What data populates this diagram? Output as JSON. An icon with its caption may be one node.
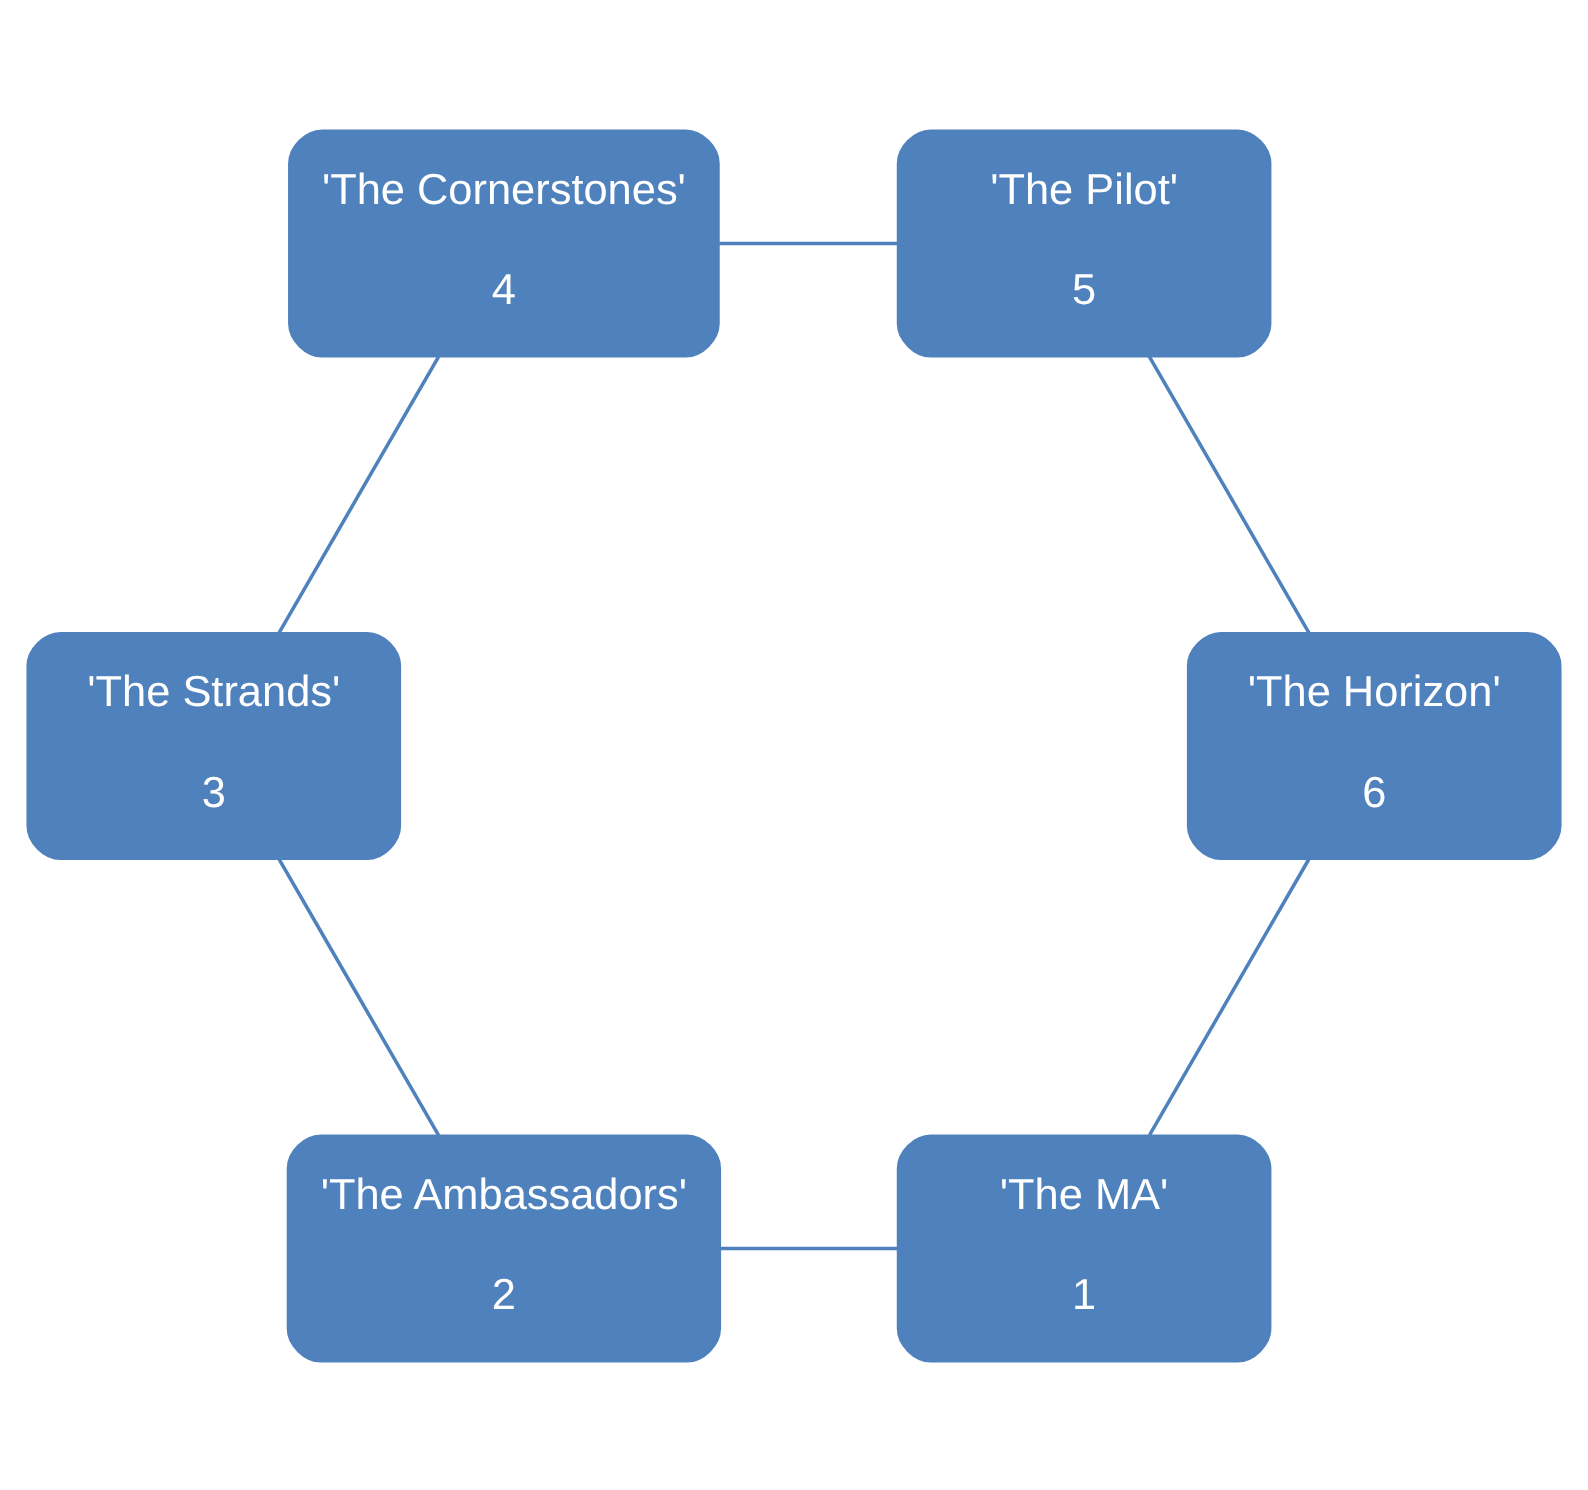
{
  "diagram": {
    "nodes": [
      {
        "text": [
          "'The MA'",
          "1"
        ]
      },
      {
        "text": [
          "'The Ambassadors'",
          "2"
        ]
      },
      {
        "text": [
          "'The Strands'",
          "3"
        ]
      },
      {
        "text": [
          "'The Cornerstones'",
          "4"
        ]
      },
      {
        "text": [
          "'The Pilot'",
          "5"
        ]
      },
      {
        "text": [
          "'The Horizon'",
          "6"
        ]
      }
    ],
    "edges": [
      {
        "from": 0,
        "to": 1,
        "arrow": "none"
      },
      {
        "from": 1,
        "to": 2,
        "arrow": "none"
      },
      {
        "from": 2,
        "to": 3,
        "arrow": "none"
      },
      {
        "from": 3,
        "to": 4,
        "arrow": "none"
      },
      {
        "from": 4,
        "to": 5,
        "arrow": "none"
      },
      {
        "from": 5,
        "to": 0,
        "arrow": "none"
      }
    ]
  }
}
